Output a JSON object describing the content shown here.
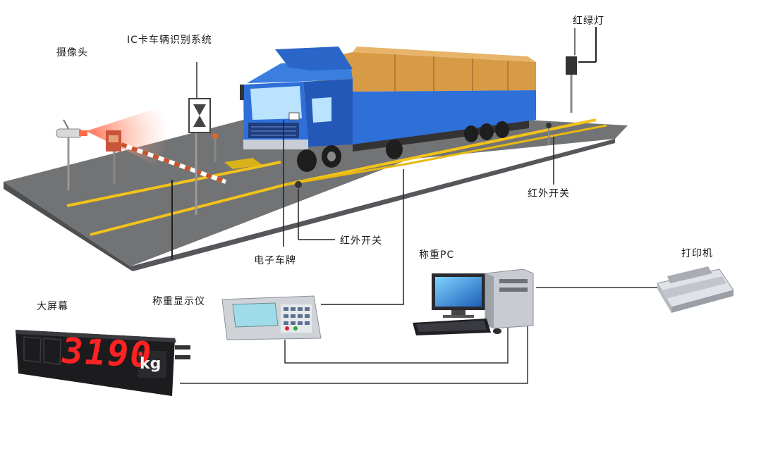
{
  "labels": {
    "camera": "摄像头",
    "ic_system": "IC卡车辆识别系统",
    "traffic_light": "红绿灯",
    "ir_switch_right": "红外开关",
    "ir_switch_mid": "红外开关",
    "e_tag": "电子车牌",
    "weighing_pc": "称重PC",
    "printer": "打印机",
    "big_screen": "大屏幕",
    "indicator": "称重显示仪"
  },
  "display": {
    "value": "3190",
    "unit": "kg"
  },
  "colors": {
    "road": "#6e7072",
    "lane": "#f2c21a",
    "truck_blue": "#2f6fd8",
    "cargo": "#d79a45",
    "display_red": "#ff2222"
  },
  "icons": [
    "camera-icon",
    "barrier-gate-icon",
    "sign-board-icon",
    "traffic-light-icon",
    "truck-icon",
    "ir-sensor-icon",
    "weighing-indicator-icon",
    "computer-icon",
    "printer-icon",
    "led-display-icon"
  ]
}
